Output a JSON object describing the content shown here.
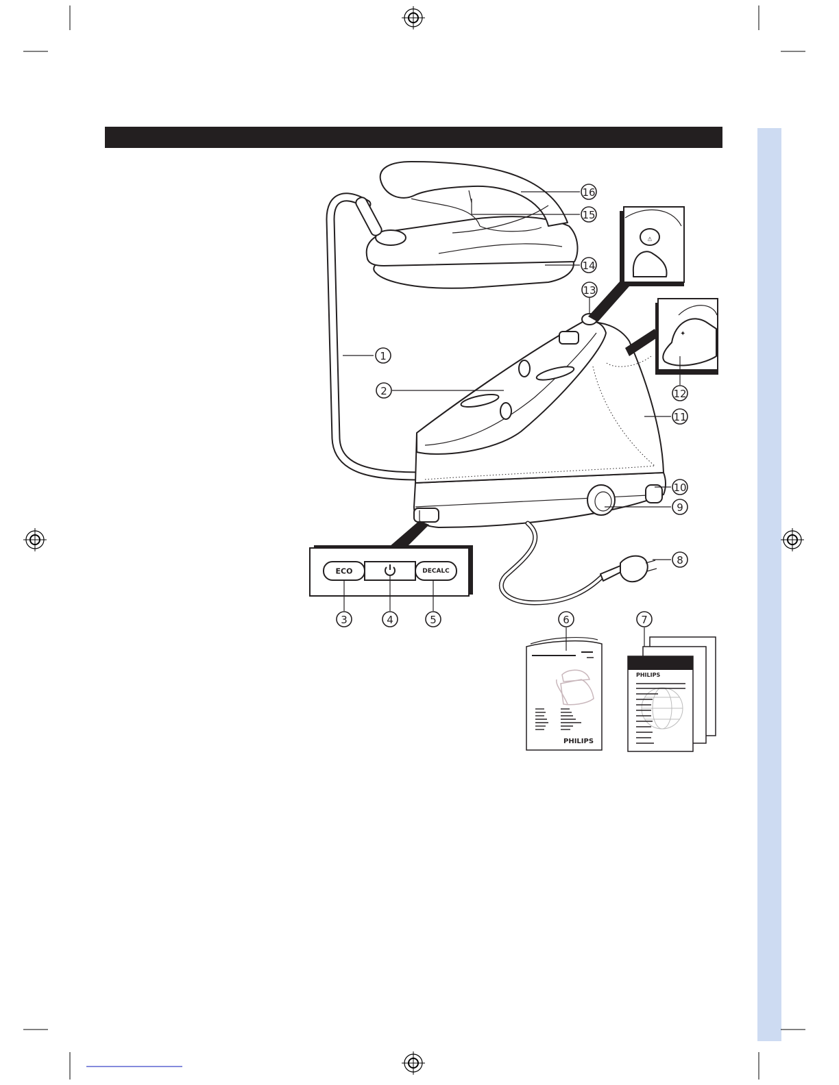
{
  "colors": {
    "header_bar": "#231f20",
    "sidebar_strip": "#cddbf2",
    "line_art": "#231f20",
    "footer_link": "#3a46c8"
  },
  "control_panel": {
    "eco_label": "ECO",
    "power_icon": "power-icon",
    "decalc_label": "DECALC"
  },
  "booklets": {
    "brand_manual": "PHILIPS",
    "brand_leaflet": "PHILIPS"
  },
  "callouts": {
    "c1": "1",
    "c2": "2",
    "c3": "3",
    "c4": "4",
    "c5": "5",
    "c6": "6",
    "c7": "7",
    "c8": "8",
    "c9": "9",
    "c10": "10",
    "c11": "11",
    "c12": "12",
    "c13": "13",
    "c14": "14",
    "c15": "15",
    "c16": "16"
  }
}
